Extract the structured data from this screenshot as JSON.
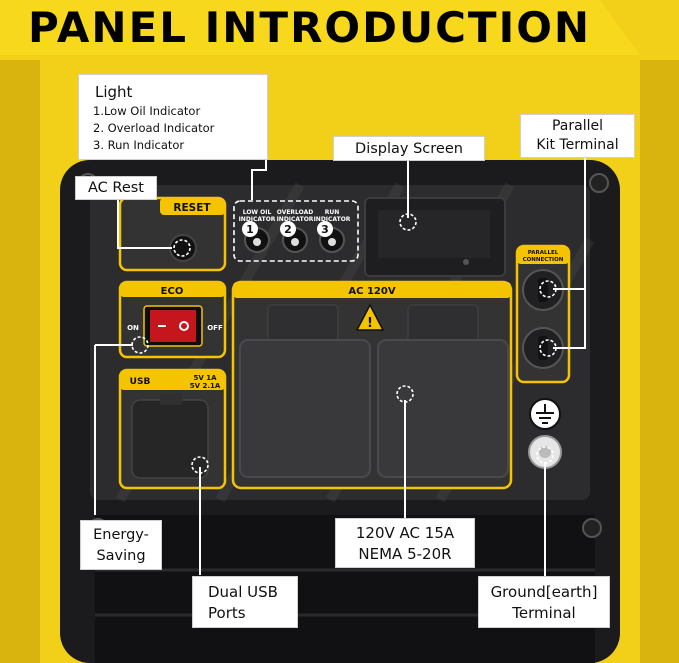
{
  "page_title": "PANEL INTRODUCTION",
  "panel": {
    "reset": "RESET",
    "eco": "ECO",
    "eco_on": "ON",
    "eco_off": "OFF",
    "ac_label": "AC 120V",
    "parallel_line1": "PARALLEL",
    "parallel_line2": "CONNECTION",
    "usb_spec1": "5V 1A",
    "usb_spec2": "5V 2.1A",
    "usb_tag": "USB",
    "indicators": [
      {
        "number": "1",
        "line1": "LOW OIL",
        "line2": "INDICATOR"
      },
      {
        "number": "2",
        "line1": "OVERLOAD",
        "line2": "INDICATOR"
      },
      {
        "number": "3",
        "line1": "RUN",
        "line2": "INDICATOR"
      }
    ]
  },
  "callouts": {
    "light": {
      "title": "Light",
      "items": [
        "1.Low Oil Indicator",
        "2. Overload Indicator",
        "3. Run Indicator"
      ]
    },
    "display_screen": "Display Screen",
    "parallel_kit": {
      "line1": "Parallel",
      "line2": "Kit Terminal"
    },
    "ac_rest": "AC Rest",
    "energy_saving": {
      "line1": "Energy-",
      "line2": "Saving"
    },
    "dual_usb": {
      "line1": "Dual USB",
      "line2": "Ports"
    },
    "outlet": {
      "line1": "120V AC 15A",
      "line2": "NEMA 5-20R"
    },
    "ground": {
      "line1": "Ground[earth]",
      "line2": "Terminal"
    }
  },
  "colors": {
    "body_yellow": "#f3d21a",
    "panel_dark": "#2c2c2e",
    "accent_yellow": "#f5c400",
    "title_black": "#000000"
  }
}
